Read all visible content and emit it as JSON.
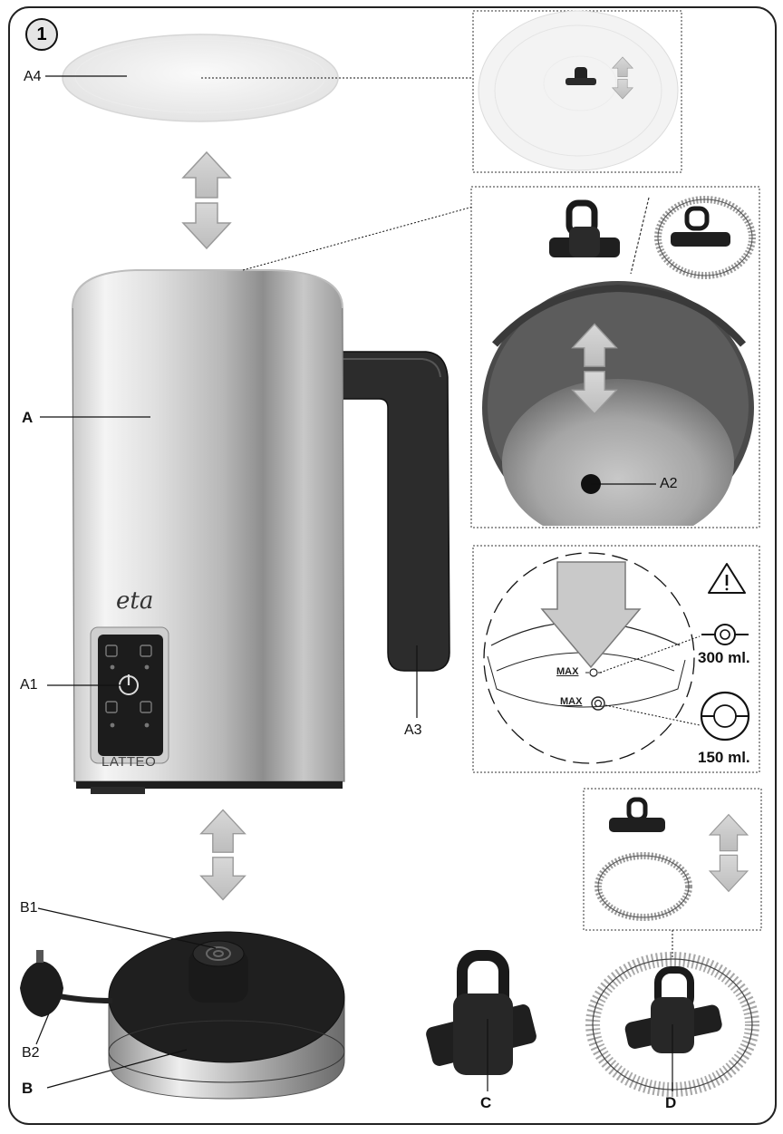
{
  "figure_number": "1",
  "brand": "eta",
  "model": "LATTEO",
  "labels": {
    "a": "A",
    "a1": "A1",
    "a2": "A2",
    "a3": "A3",
    "a4": "A4",
    "b": "B",
    "b1": "B1",
    "b2": "B2",
    "c": "C",
    "d": "D"
  },
  "fill_marks": {
    "max_text": "MAX",
    "volume_high": "300 ml.",
    "volume_low": "150 ml."
  },
  "icons": [
    "warning-icon",
    "power-icon",
    "double-arrow-icon",
    "whisk-icon",
    "spring-icon"
  ]
}
